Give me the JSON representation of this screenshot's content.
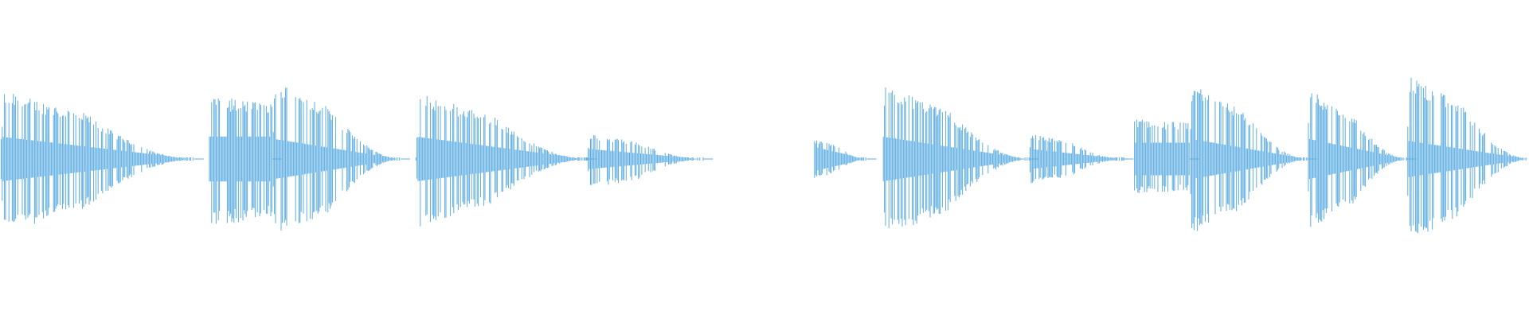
{
  "waveform": {
    "color": "#5dade2",
    "background": "#ffffff",
    "amplitude_scale": 1.0,
    "segments": [
      {
        "id": "s1",
        "start": 0.0,
        "end": 0.127,
        "peak_top": 0.68,
        "peak_bottom": 0.74,
        "shape": "decay",
        "core": 0.22
      },
      {
        "id": "s2",
        "start": 0.137,
        "end": 0.178,
        "peak_top": 0.62,
        "peak_bottom": 0.66,
        "shape": "sustain",
        "core": 0.22
      },
      {
        "id": "s3",
        "start": 0.178,
        "end": 0.262,
        "peak_top": 0.78,
        "peak_bottom": 0.8,
        "shape": "decay",
        "core": 0.2
      },
      {
        "id": "s4",
        "start": 0.272,
        "end": 0.384,
        "peak_top": 0.66,
        "peak_bottom": 0.68,
        "shape": "decay",
        "core": 0.22
      },
      {
        "id": "s5",
        "start": 0.384,
        "end": 0.46,
        "peak_top": 0.25,
        "peak_bottom": 0.3,
        "shape": "decay",
        "core": 0.1
      },
      {
        "id": "s6",
        "start": 0.532,
        "end": 0.567,
        "peak_top": 0.2,
        "peak_bottom": 0.2,
        "shape": "decay",
        "core": 0.12
      },
      {
        "id": "s7",
        "start": 0.577,
        "end": 0.673,
        "peak_top": 0.75,
        "peak_bottom": 0.78,
        "shape": "decay",
        "core": 0.22
      },
      {
        "id": "s8",
        "start": 0.673,
        "end": 0.735,
        "peak_top": 0.25,
        "peak_bottom": 0.25,
        "shape": "decay",
        "core": 0.1
      },
      {
        "id": "s9",
        "start": 0.742,
        "end": 0.778,
        "peak_top": 0.4,
        "peak_bottom": 0.35,
        "shape": "sustain",
        "core": 0.16
      },
      {
        "id": "s10",
        "start": 0.778,
        "end": 0.855,
        "peak_top": 0.75,
        "peak_bottom": 0.75,
        "shape": "decay",
        "core": 0.2
      },
      {
        "id": "s11",
        "start": 0.855,
        "end": 0.92,
        "peak_top": 0.7,
        "peak_bottom": 0.7,
        "shape": "decay",
        "core": 0.2
      },
      {
        "id": "s12",
        "start": 0.92,
        "end": 1.0,
        "peak_top": 0.83,
        "peak_bottom": 0.83,
        "shape": "decay",
        "core": 0.18
      }
    ]
  }
}
